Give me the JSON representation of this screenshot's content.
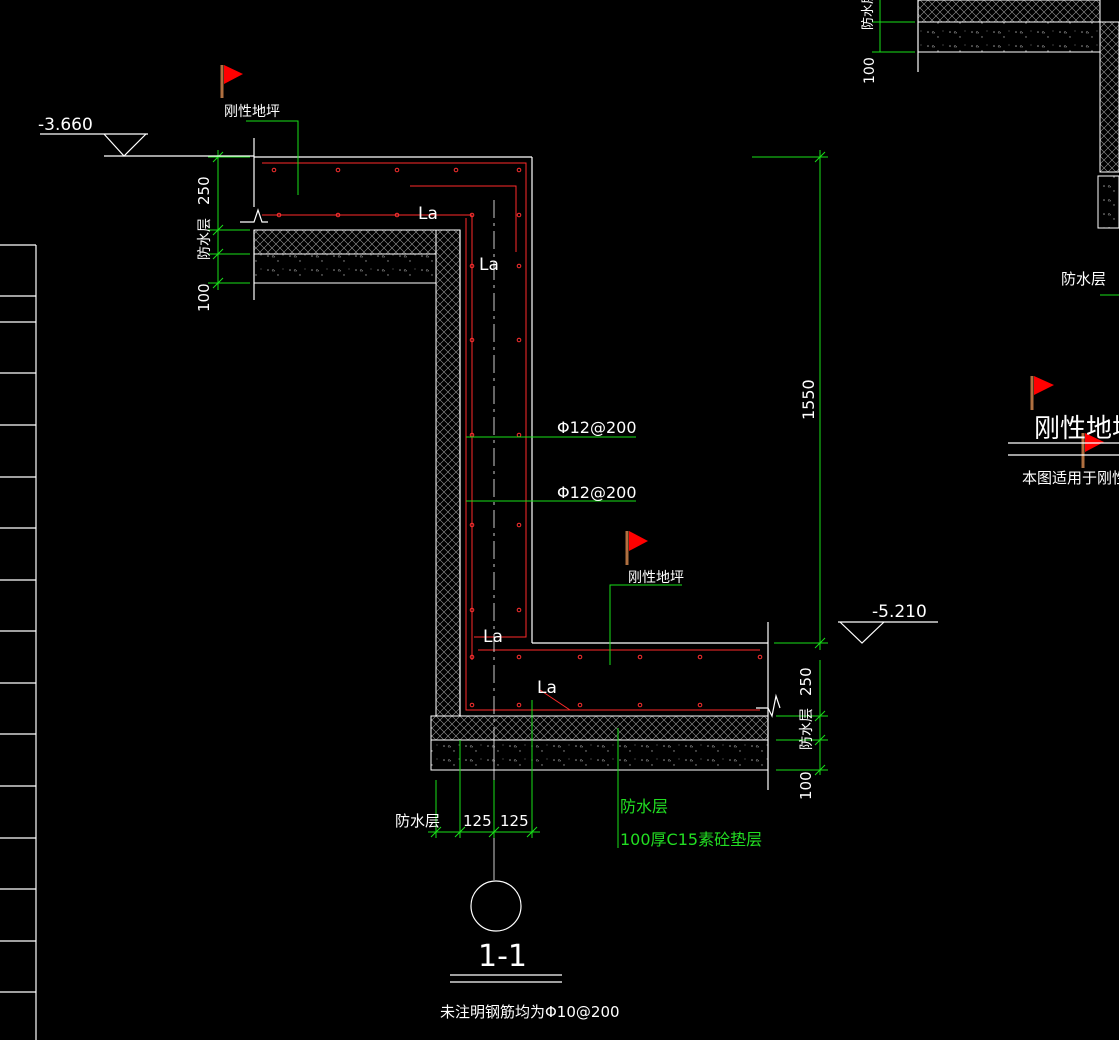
{
  "drawing": {
    "section_mark": "1-1",
    "note": "未注明钢筋均为Φ10@200",
    "elevations": {
      "top": "-3.660",
      "bottom": "-5.210"
    },
    "dims": {
      "top_slab_thk": "250",
      "top_wp": "防水层",
      "top_pad": "100",
      "height": "1550",
      "bot_slab_thk": "250",
      "bot_wp": "防水层",
      "bot_pad": "100",
      "wall_half_left": "125",
      "wall_half_right": "125",
      "wall_left_wp": "防水层"
    },
    "labels": {
      "rigid_floor_1": "刚性地坪",
      "rigid_floor_2": "刚性地坪",
      "la": "La",
      "rebar_1": "Φ12@200",
      "rebar_2": "Φ12@200",
      "wp_note": "防水层",
      "cushion_note": "100厚C15素砼垫层"
    },
    "right_side": {
      "wp_top": "防水层",
      "pad_top": "100",
      "wp_mid": "防水层",
      "title_partial": "刚性地坪钅",
      "note_partial": "本图适用于刚性地"
    },
    "colors": {
      "line": "#ffffff",
      "dim": "#18e018",
      "rebar": "#ff2a2a",
      "flag": "#ff0000",
      "background": "#000000"
    }
  }
}
